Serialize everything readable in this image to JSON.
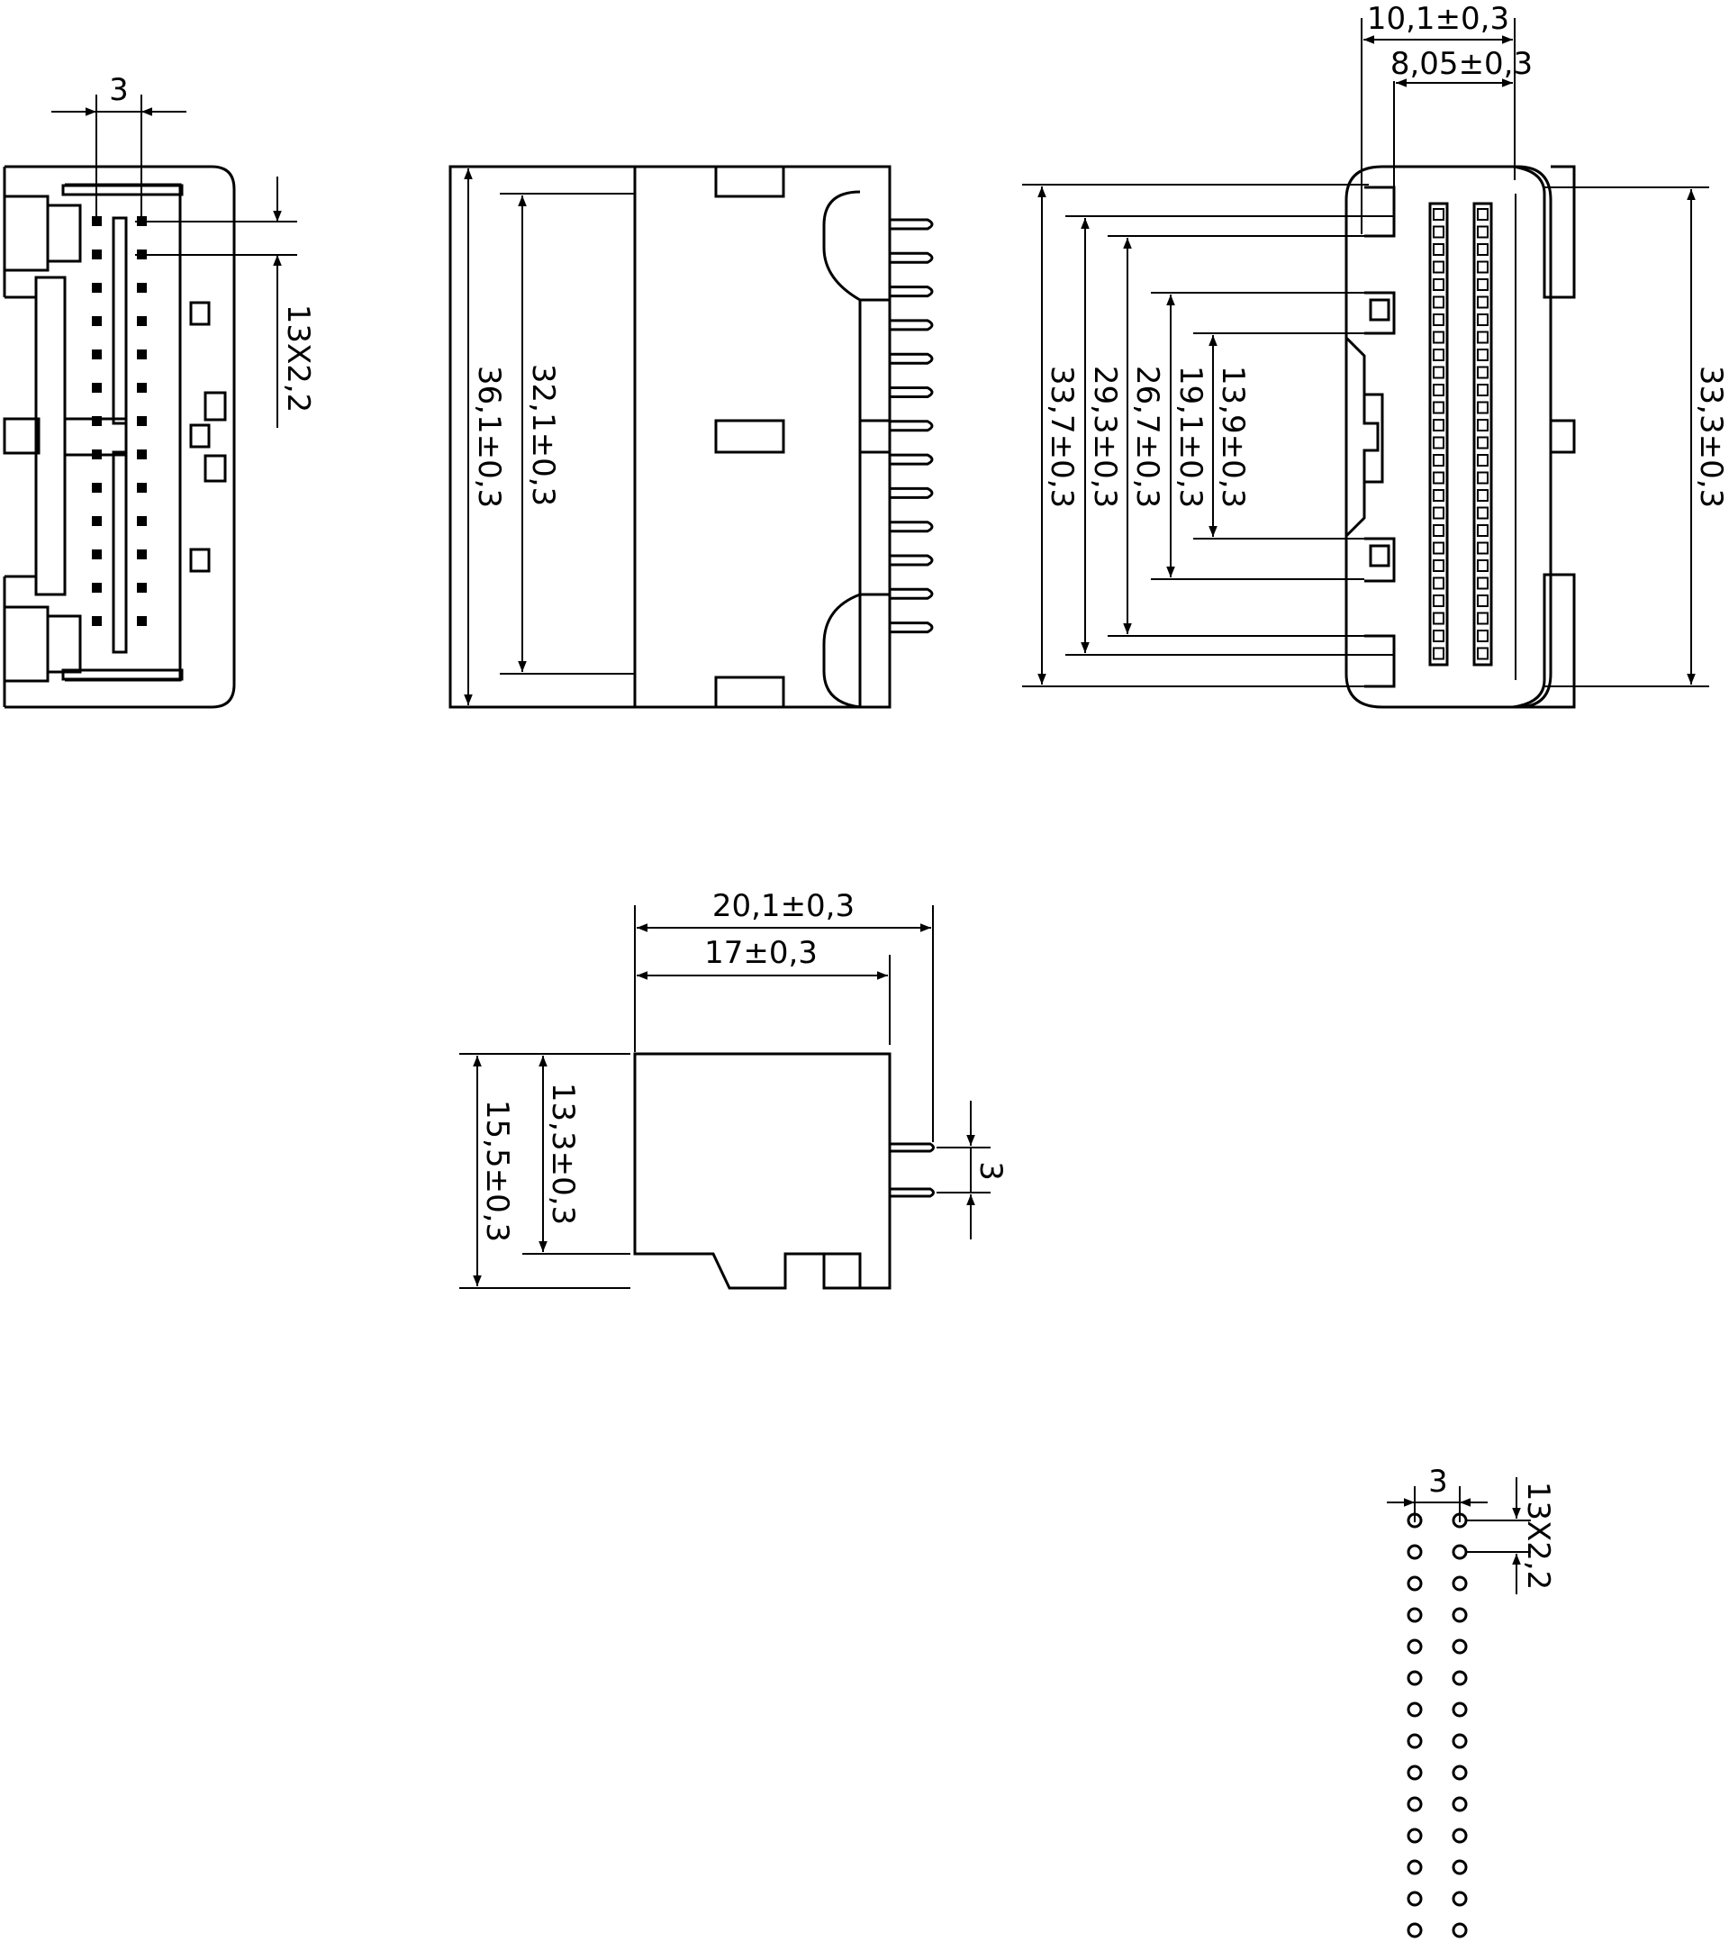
{
  "front_view": {
    "pitch_label": "3",
    "pin_pitch_label": "13X2,2"
  },
  "side_view": {
    "height_outer_label": "36,1±0,3",
    "height_inner_label": "32,1±0,3"
  },
  "top_view": {
    "width_outer_label": "10,1±0,3",
    "width_inner_label": "8,05±0,3",
    "dim_a_label": "33,7±0,3",
    "dim_b_label": "29,3±0,3",
    "dim_c_label": "26,7±0,3",
    "dim_d_label": "19,1±0,3",
    "dim_e_label": "13,9±0,3",
    "dim_right_label": "33,3±0,3"
  },
  "end_view": {
    "length_outer_label": "20,1±0,3",
    "length_inner_label": "17±0,3",
    "height_outer_label": "15,5±0,3",
    "height_inner_label": "13,3±0,3",
    "pin_pitch_label": "3"
  },
  "footprint": {
    "pitch_label": "3",
    "pin_pitch_label": "13X2,2"
  }
}
